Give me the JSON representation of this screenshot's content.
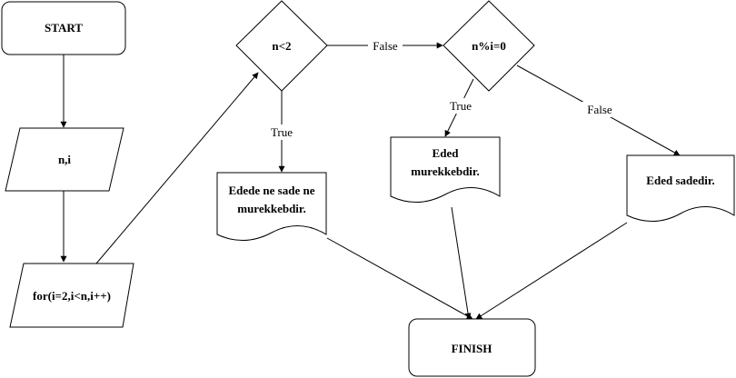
{
  "diagram": {
    "nodes": {
      "start": "START",
      "input": "n,i",
      "loop": "for(i=2,i<n,i++)",
      "cond1": "n<2",
      "cond2": "n%i=0",
      "doc_neither": [
        "Edede ne sade ne",
        "murekkebdir."
      ],
      "doc_composite": [
        "Eded",
        "murekkebdir."
      ],
      "doc_prime": "Eded sadedir.",
      "finish": "FINISH"
    },
    "edges": {
      "cond1_true": "True",
      "cond1_false": "False",
      "cond2_true": "True",
      "cond2_false": "False"
    },
    "colors": {
      "stroke": "#000000",
      "fill": "#ffffff"
    }
  }
}
